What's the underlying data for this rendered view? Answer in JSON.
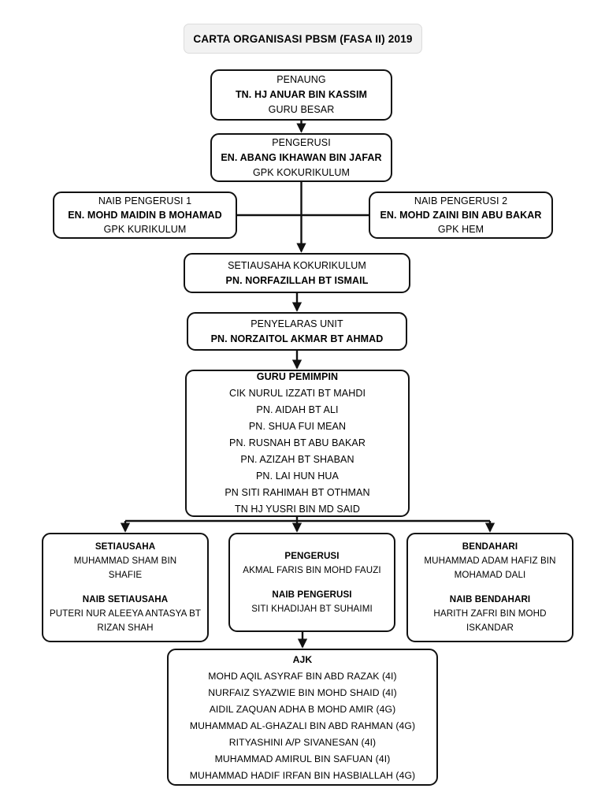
{
  "title": {
    "text": "CARTA ORGANISASI PBSM (FASA II) 2019"
  },
  "colors": {
    "background": "#ffffff",
    "box_border": "#111111",
    "title_fill": "#f2f2f2",
    "title_border": "#dcdcdc",
    "text": "#000000",
    "connector": "#111111"
  },
  "nodes": {
    "penaung": {
      "role": "PENAUNG",
      "name": "TN. HJ ANUAR BIN KASSIM",
      "position": "GURU BESAR"
    },
    "pengerusi": {
      "role": "PENGERUSI",
      "name": "EN. ABANG IKHAWAN BIN JAFAR",
      "position": "GPK KOKURIKULUM"
    },
    "naib_pengerusi_1": {
      "role": "NAIB PENGERUSI 1",
      "name": "EN. MOHD MAIDIN B MOHAMAD",
      "position": "GPK KURIKULUM"
    },
    "naib_pengerusi_2": {
      "role": "NAIB PENGERUSI 2",
      "name": "EN. MOHD ZAINI BIN ABU BAKAR",
      "position": "GPK HEM"
    },
    "setiausaha_kokurikulum": {
      "role": "SETIAUSAHA KOKURIKULUM",
      "name": "PN. NORFAZILLAH BT ISMAIL"
    },
    "penyelaras_unit": {
      "role": "PENYELARAS UNIT",
      "name": "PN. NORZAITOL AKMAR BT AHMAD"
    },
    "guru_pemimpin": {
      "role": "GURU PEMIMPIN",
      "members": [
        "CIK NURUL IZZATI BT MAHDI",
        "PN. AIDAH BT ALI",
        "PN. SHUA FUI MEAN",
        "PN. RUSNAH BT ABU BAKAR",
        "PN. AZIZAH BT SHABAN",
        "PN. LAI HUN HUA",
        "PN SITI RAHIMAH BT OTHMAN",
        "TN HJ YUSRI BIN MD SAID"
      ]
    },
    "setiausaha": {
      "role": "SETIAUSAHA",
      "name_line_1": "MUHAMMAD SHAM BIN",
      "name_line_2": "SHAFIE",
      "deputy_role": "NAIB SETIAUSAHA",
      "deputy_name_line_1": "PUTERI NUR ALEEYA ANTASYA BT",
      "deputy_name_line_2": "RIZAN SHAH"
    },
    "pengerusi_murid": {
      "role": "PENGERUSI",
      "name": "AKMAL FARIS BIN MOHD FAUZI",
      "deputy_role": "NAIB PENGERUSI",
      "deputy_name": "SITI KHADIJAH BT SUHAIMI"
    },
    "bendahari": {
      "role": "BENDAHARI",
      "name_line_1": "MUHAMMAD ADAM HAFIZ BIN",
      "name_line_2": "MOHAMAD DALI",
      "deputy_role": "NAIB BENDAHARI",
      "deputy_name_line_1": "HARITH ZAFRI BIN MOHD",
      "deputy_name_line_2": "ISKANDAR"
    },
    "ajk": {
      "role": "AJK",
      "members": [
        "MOHD AQIL ASYRAF BIN ABD RAZAK (4I)",
        "NURFAIZ SYAZWIE BIN MOHD SHAID (4I)",
        "AIDIL ZAQUAN ADHA B MOHD AMIR (4G)",
        "MUHAMMAD AL-GHAZALI BIN ABD RAHMAN (4G)",
        "RITYASHINI A/P SIVANESAN (4I)",
        "MUHAMMAD AMIRUL BIN SAFUAN (4I)",
        "MUHAMMAD HADIF IRFAN BIN HASBIALLAH (4G)"
      ]
    }
  }
}
